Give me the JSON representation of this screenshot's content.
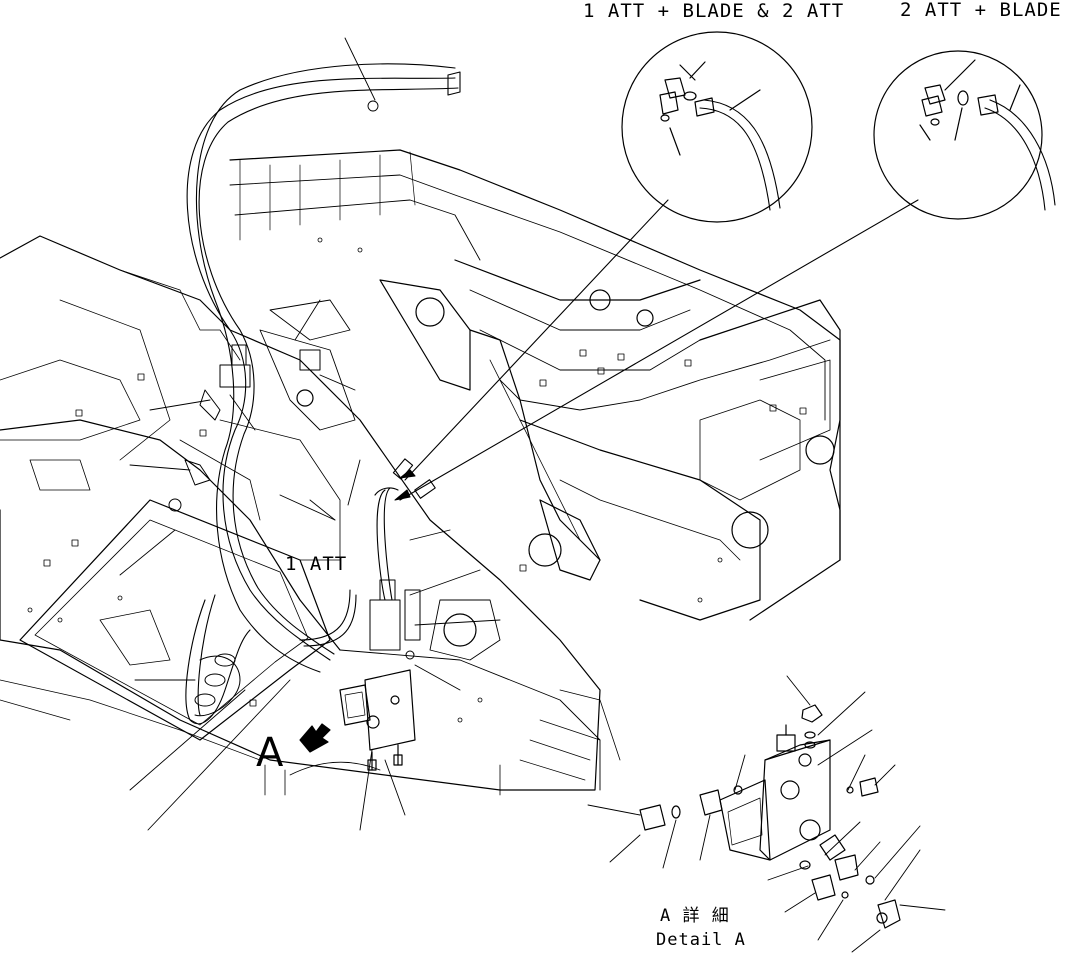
{
  "labels": {
    "callout_left": "1 ATT + BLADE & 2 ATT",
    "callout_right": "2 ATT + BLADE",
    "variant": "1 ATT",
    "view_letter": "A",
    "detail_jp": "A 詳 細",
    "detail_en": "Detail A"
  },
  "colors": {
    "ink": "#000000",
    "paper": "#ffffff"
  },
  "icons": [
    "view-arrow-icon"
  ]
}
